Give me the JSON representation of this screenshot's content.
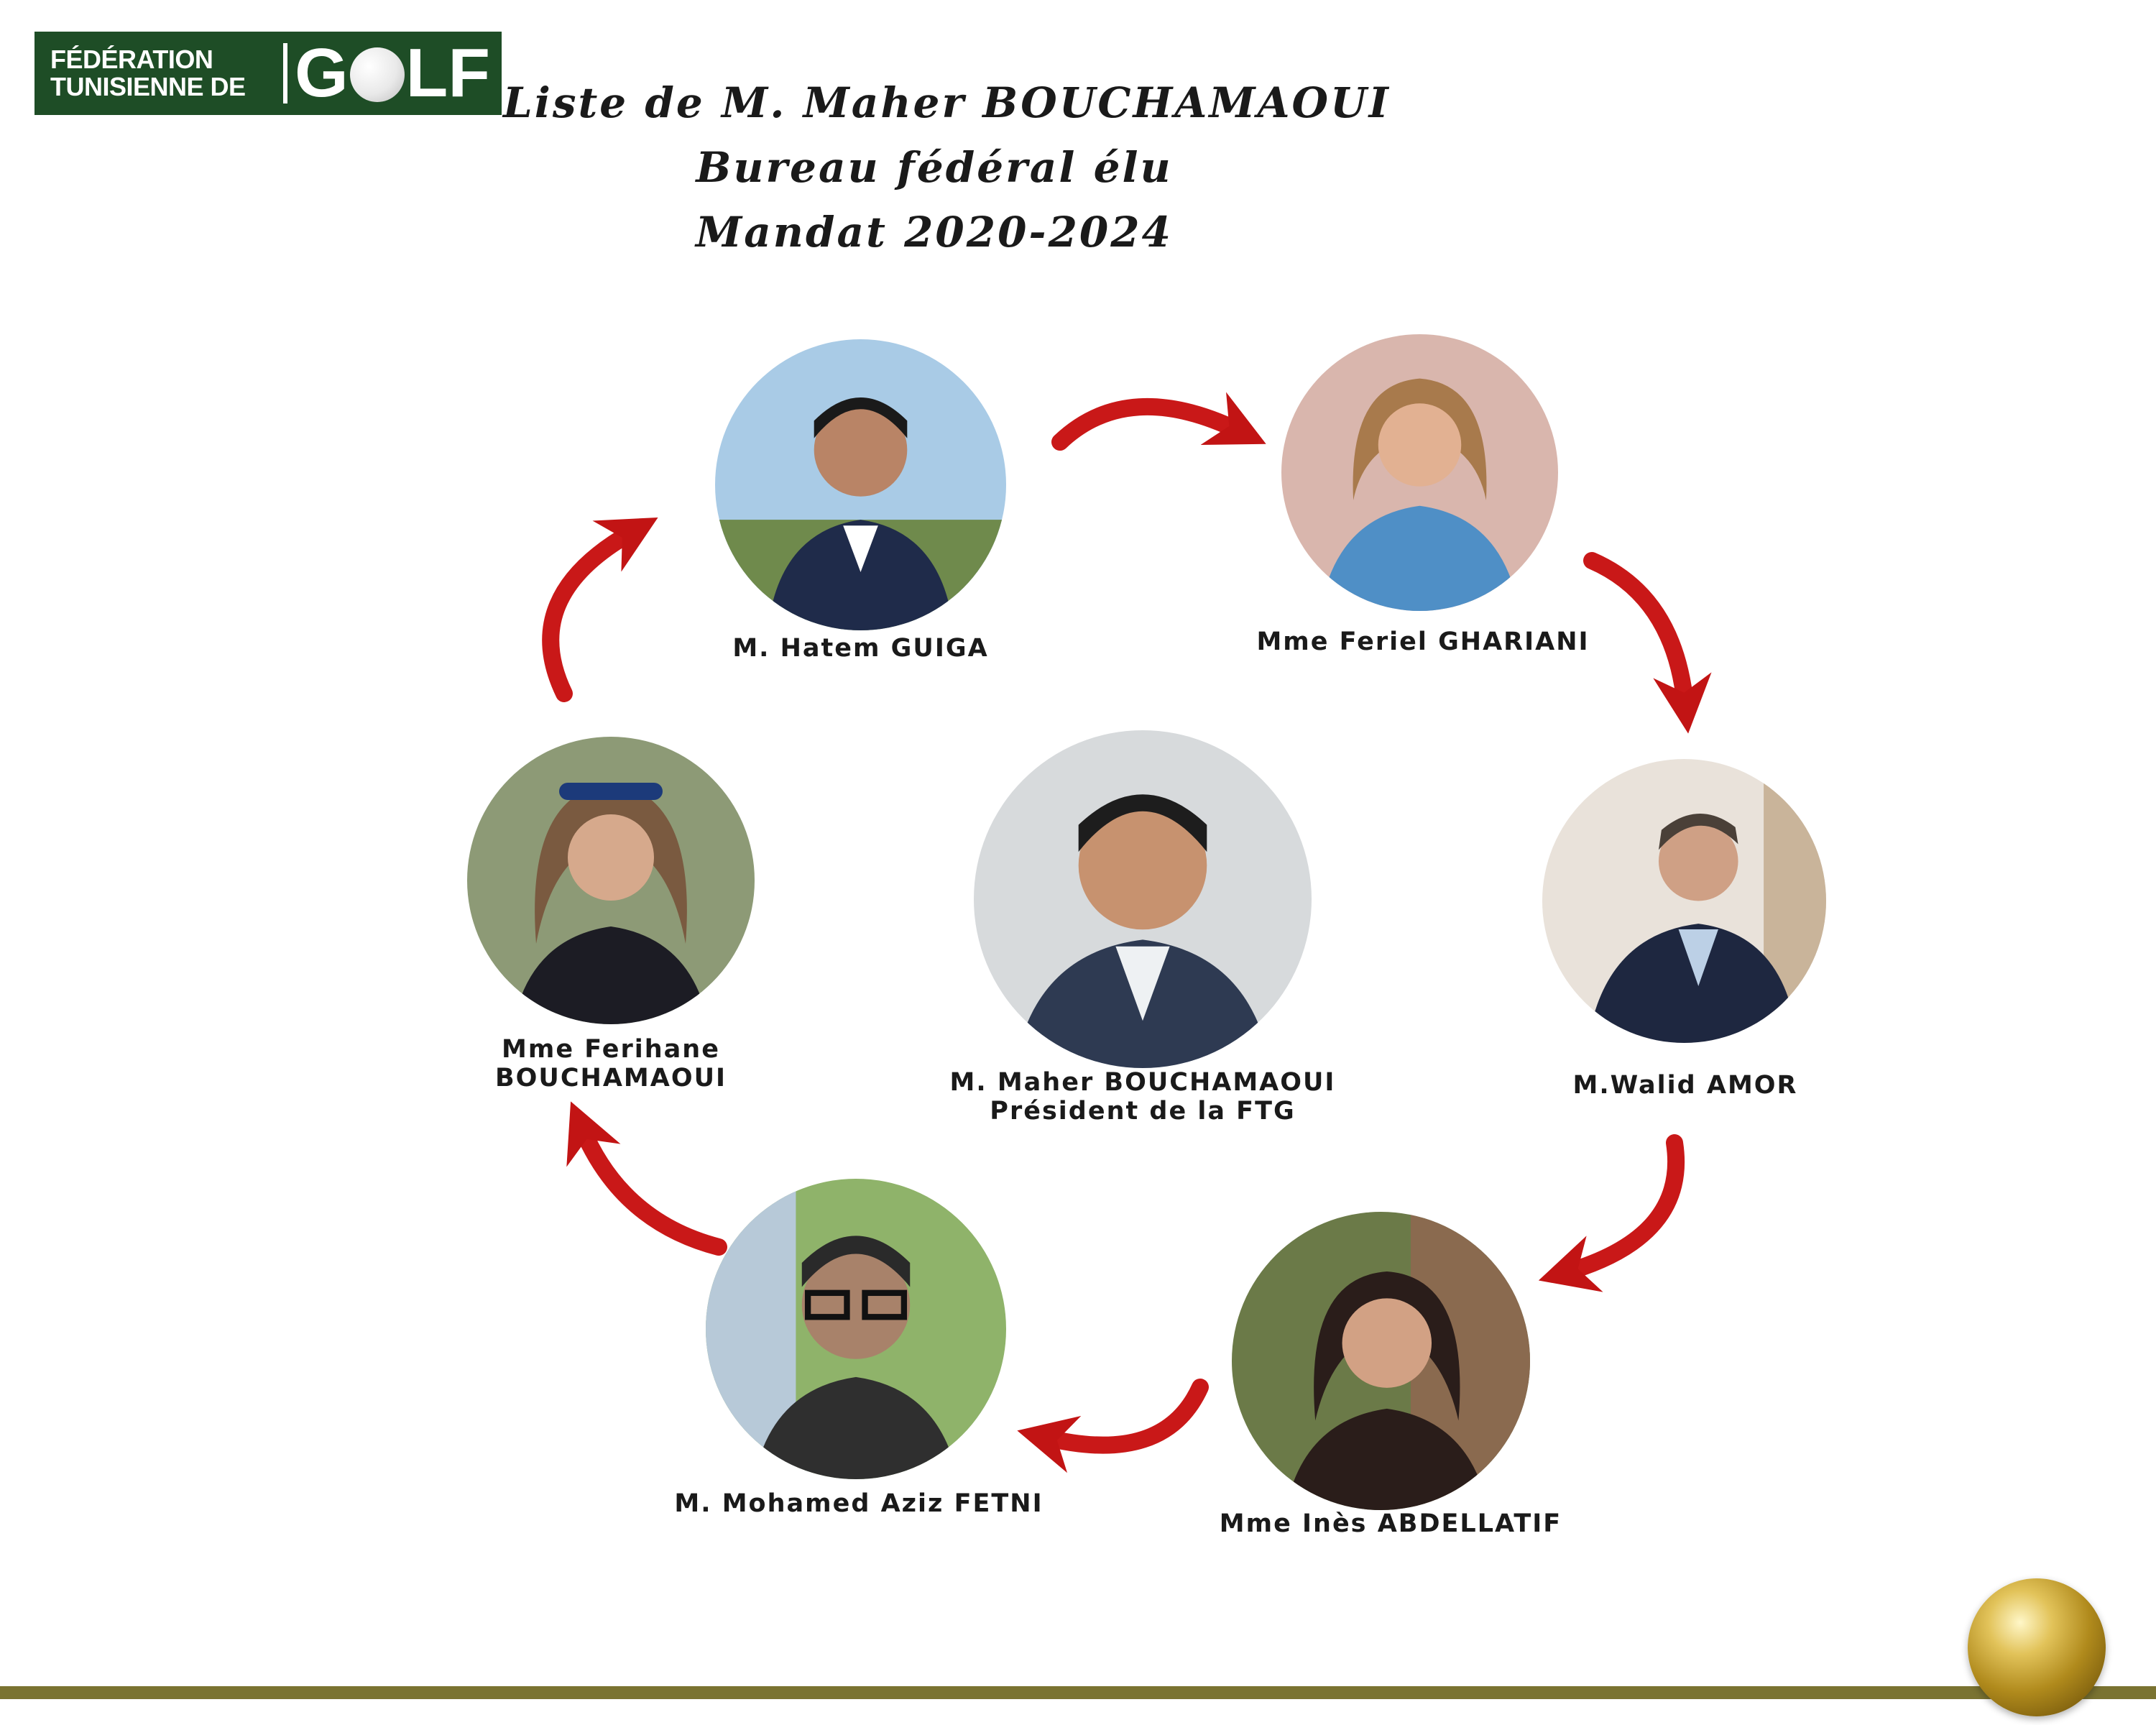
{
  "logo": {
    "line1": "FÉDÉRATION",
    "line2": "TUNISIENNE DE",
    "word_start": "G",
    "word_end": "LF",
    "colors": {
      "background": "#1e4d26",
      "text": "#ffffff"
    }
  },
  "title": {
    "line1": "Liste de M. Maher BOUCHAMAOUI",
    "line2": "Bureau fédéral élu",
    "line3": "Mandat 2020-2024"
  },
  "members": {
    "hatem": {
      "name": "M. Hatem GUIGA",
      "photo_icon": "person-portrait-icon",
      "bg": "#a9cbe6",
      "suit": "#1f2b4a",
      "skin": "#b98466"
    },
    "feriel": {
      "name": "Mme Feriel GHARIANI",
      "photo_icon": "person-portrait-icon",
      "bg": "#d9b6ad",
      "suit": "#4f8fc6",
      "skin": "#e2b192"
    },
    "walid": {
      "name": "M.Walid AMOR",
      "photo_icon": "person-portrait-icon",
      "bg": "#e9e2da",
      "suit": "#1e2740",
      "skin": "#cfa085"
    },
    "ines": {
      "name": "Mme Inès ABDELLATIF",
      "photo_icon": "person-portrait-icon",
      "bg": "#6b7a48",
      "suit": "#2a1d1a",
      "skin": "#d2a184"
    },
    "aziz": {
      "name": "M. Mohamed Aziz FETNI",
      "photo_icon": "person-portrait-icon",
      "bg": "#8fb36a",
      "suit": "#2f2f2f",
      "skin": "#a8826a"
    },
    "ferihane": {
      "name_line1": "Mme Ferihane",
      "name_line2": "BOUCHAMAOUI",
      "photo_icon": "person-portrait-icon",
      "bg": "#8d9a76",
      "suit": "#1c1c24",
      "skin": "#d6a98c"
    },
    "maher": {
      "name_line1": "M. Maher BOUCHAMAOUI",
      "name_line2": "Président de la FTG",
      "photo_icon": "person-portrait-icon",
      "bg": "#d7dadc",
      "suit": "#2e3a52",
      "skin": "#c7926f"
    }
  },
  "colors": {
    "arrow": "#d01a1a",
    "bottom_bar": "#7a7331"
  }
}
